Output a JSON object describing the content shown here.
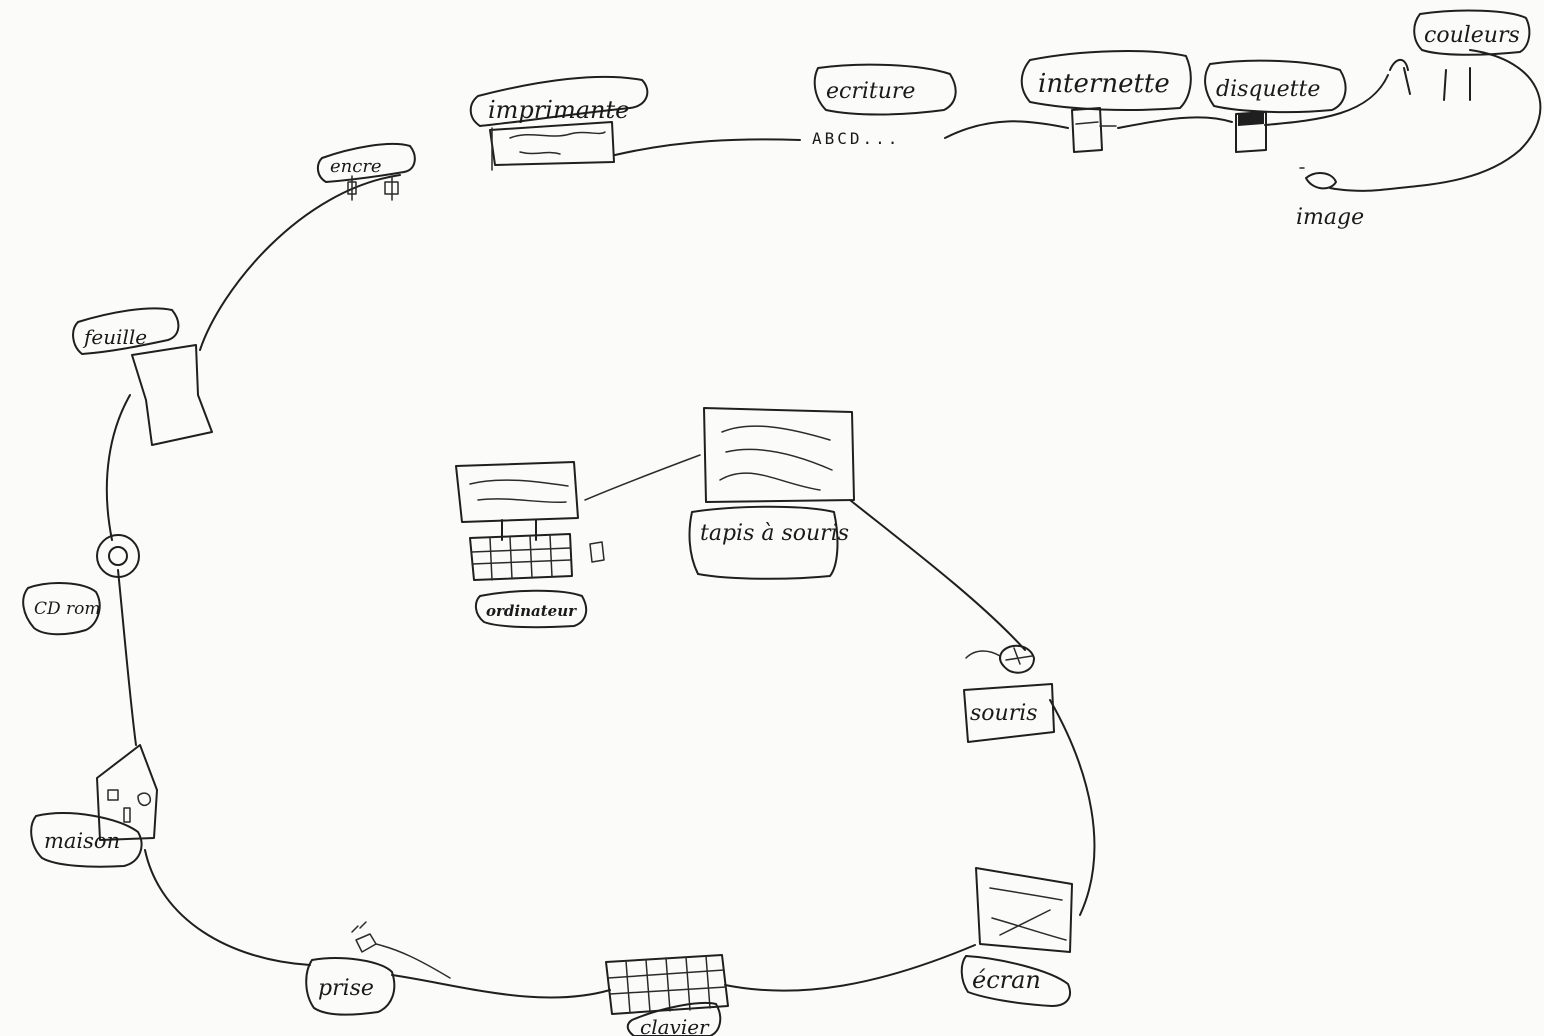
{
  "diagram": {
    "labels": {
      "imprimante": "imprimante",
      "encre": "encre",
      "feuille": "feuille",
      "cd_rom": "CD rom",
      "maison": "maison",
      "prise": "prise",
      "clavier": "clavier",
      "ecran": "écran",
      "souris": "souris",
      "tapis_souris": "tapis à souris",
      "ordinateur": "ordinateur",
      "ecriture": "ecriture",
      "internette": "internette",
      "disquette": "disquette",
      "couleurs": "couleurs",
      "image": "image",
      "abcd": "ABCD..."
    }
  }
}
